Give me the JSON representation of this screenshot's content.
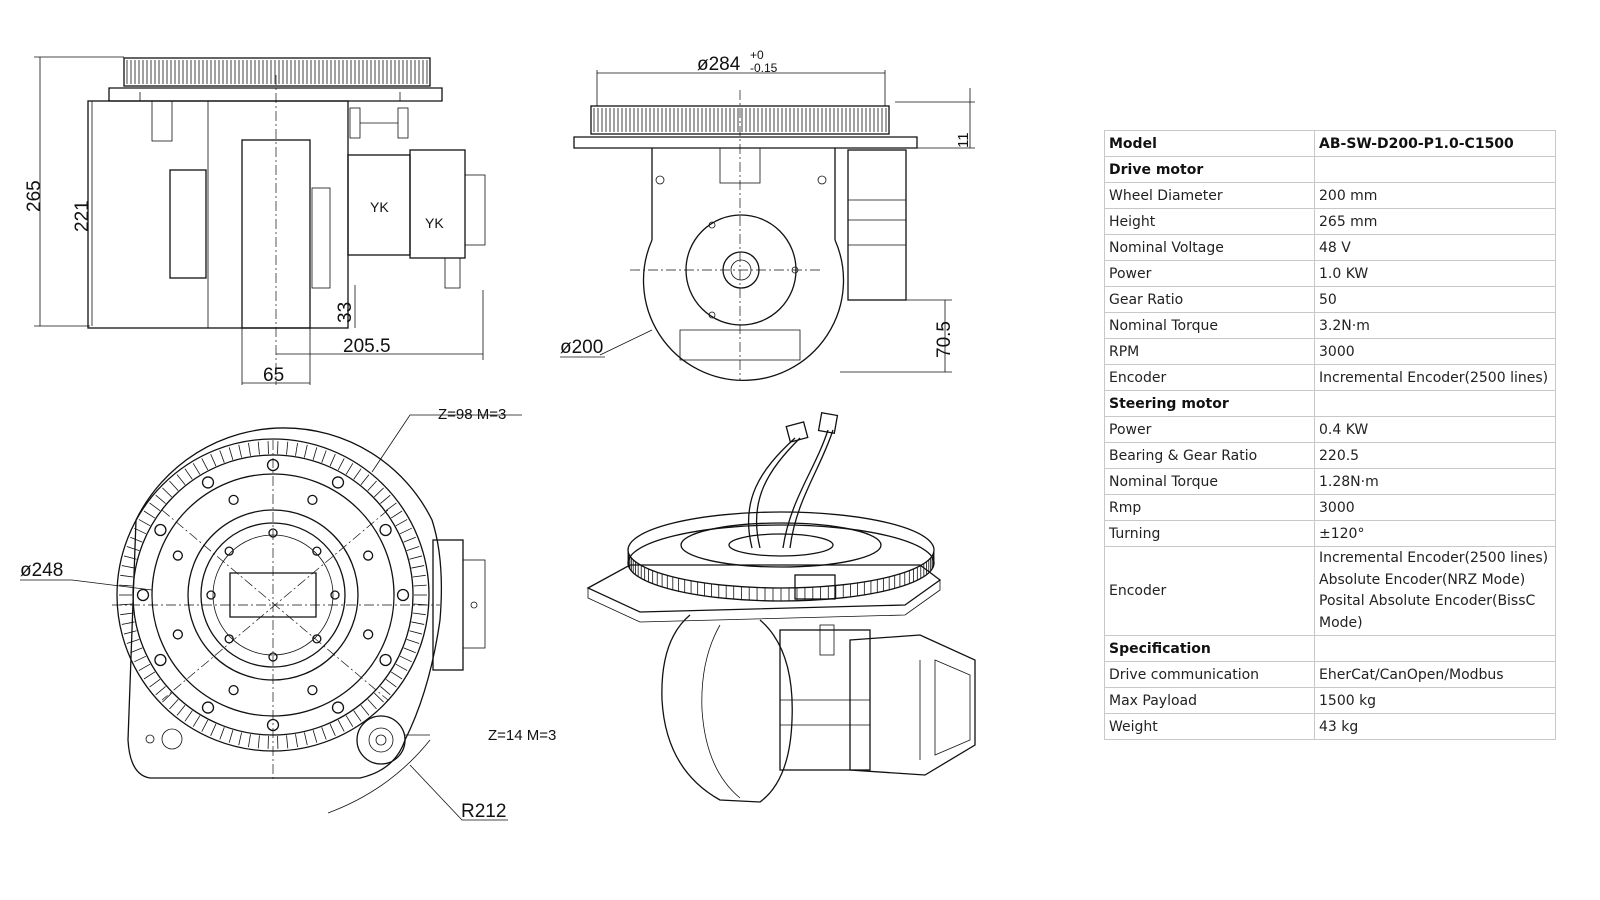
{
  "drawing": {
    "side_view": {
      "height_total": "265",
      "height_body": "221",
      "ground_clearance": "33",
      "depth": "205.5",
      "wheel_width": "65",
      "motor_label_1": "YK",
      "motor_label_2": "YK"
    },
    "front_view": {
      "gear_diameter_main": "ø284",
      "gear_diameter_tol_upper": "+0",
      "gear_diameter_tol_lower": "-0.15",
      "wheel_diameter": "ø200",
      "axle_height": "70.5",
      "top_mark": "11"
    },
    "top_view": {
      "ring_gear": "Z=98  M=3",
      "pinion_gear": "Z=14  M=3",
      "plate_diameter": "ø248",
      "radius": "R212"
    }
  },
  "spec_table": {
    "model_label": "Model",
    "model_value": "AB-SW-D200-P1.0-C1500",
    "sections": [
      {
        "title": "Drive motor",
        "rows": [
          {
            "label": "Wheel Diameter",
            "value": "200 mm"
          },
          {
            "label": "Height",
            "value": "265 mm"
          },
          {
            "label": "Nominal Voltage",
            "value": "48 V"
          },
          {
            "label": "Power",
            "value": "1.0 KW"
          },
          {
            "label": "Gear Ratio",
            "value": "50"
          },
          {
            "label": "Nominal Torque",
            "value": "3.2N·m"
          },
          {
            "label": "RPM",
            "value": "3000"
          },
          {
            "label": "Encoder",
            "value": "Incremental Encoder(2500 lines)"
          }
        ]
      },
      {
        "title": "Steering motor",
        "rows": [
          {
            "label": "Power",
            "value": "0.4 KW"
          },
          {
            "label": "Bearing & Gear Ratio",
            "value": "220.5"
          },
          {
            "label": "Nominal Torque",
            "value": "1.28N·m"
          },
          {
            "label": "Rmp",
            "value": "3000"
          },
          {
            "label": "Turning",
            "value": "±120°"
          },
          {
            "label": "Encoder",
            "value_lines": [
              "Incremental Encoder(2500 lines)",
              "Absolute Encoder(NRZ Mode)",
              "Posital Absolute Encoder(BissC",
              "Mode)"
            ]
          }
        ]
      },
      {
        "title": "Specification",
        "rows": [
          {
            "label": "Drive communication",
            "value": "EherCat/CanOpen/Modbus"
          },
          {
            "label": "Max Payload",
            "value": "1500 kg"
          },
          {
            "label": "Weight",
            "value": "43 kg"
          }
        ]
      }
    ]
  }
}
